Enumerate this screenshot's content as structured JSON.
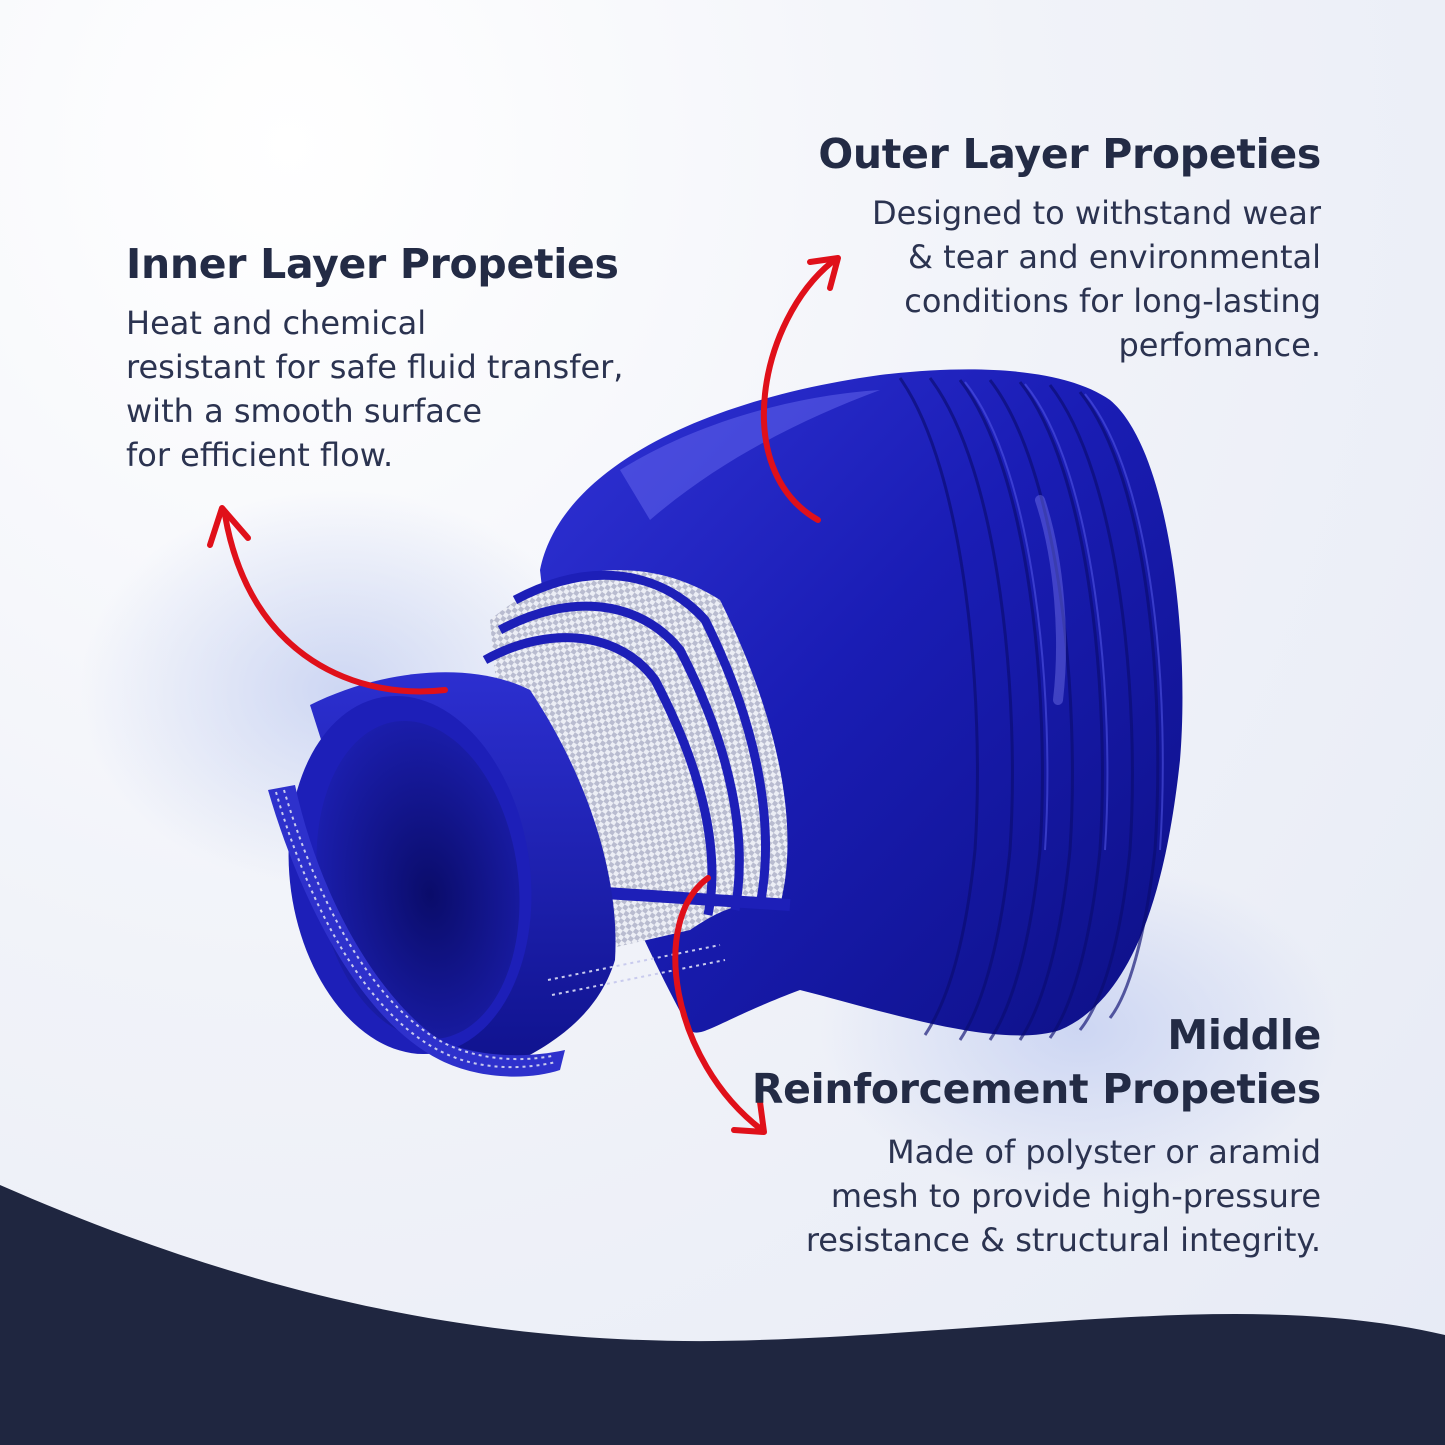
{
  "colors": {
    "hose_blue": "#1d1fb8",
    "hose_dark": "#0c0f7a",
    "mesh": "#d9dbe6",
    "arrow_red": "#e0101a",
    "text_navy": "#232b45",
    "footer_navy": "#1f2640"
  },
  "callouts": {
    "inner": {
      "title": "Inner Layer Propeties",
      "body": [
        "Heat and chemical",
        "resistant for safe fluid transfer,",
        "with a smooth surface",
        "for efficient flow."
      ]
    },
    "outer": {
      "title": "Outer Layer Propeties",
      "body": [
        "Designed to withstand wear",
        "& tear and environmental",
        "conditions for long-lasting",
        "perfomance."
      ]
    },
    "middle": {
      "title": [
        "Middle",
        "Reinforcement Propeties"
      ],
      "body": [
        "Made of polyster or aramid",
        "mesh to provide high-pressure",
        "resistance & structural integrity."
      ]
    }
  },
  "icons": {
    "hose": "silicone-hose-cutaway-illustration",
    "arrow": "curved-red-arrow"
  }
}
